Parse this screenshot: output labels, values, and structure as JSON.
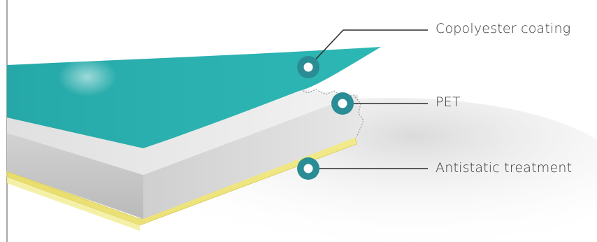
{
  "labels": {
    "copolyester": "Copolyester coating",
    "pet": "PET",
    "antistatic": "Antistatic treatment"
  },
  "colors": {
    "coating": "#2aaeae",
    "pet_top": "#e6e6e6",
    "pet_side": "#c9c9c9",
    "antistatic": "#ece27a",
    "marker": "#2a8c94",
    "leader_line": "#2d2d2d",
    "text": "#3a3a3a"
  },
  "icons": {
    "marker": "circle-marker-icon"
  }
}
